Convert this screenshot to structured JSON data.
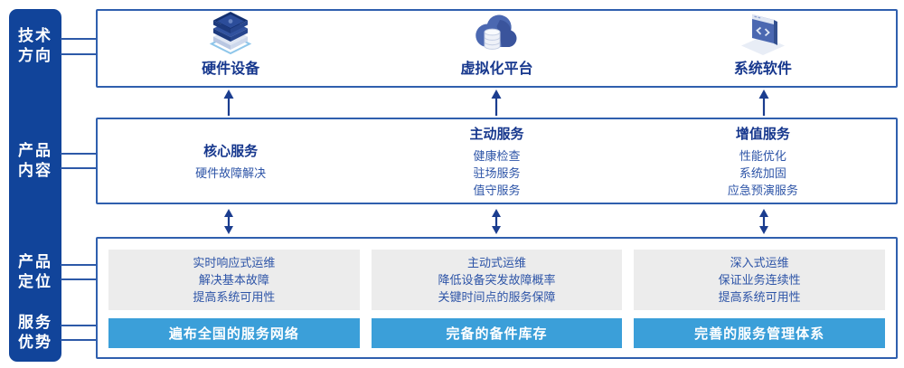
{
  "colors": {
    "sidebar_bg": "#11449a",
    "box_border": "#2f5fae",
    "heading_text": "#16378d",
    "body_text": "#2d54a7",
    "arrow": "#1b3d8f",
    "panel_bg": "#ececec",
    "bar_bg": "#3b9fd9",
    "bar_text": "#ffffff"
  },
  "sidebar": {
    "labels": [
      {
        "line1": "技术",
        "line2": "方向"
      },
      {
        "line1": "产品",
        "line2": "内容"
      },
      {
        "line1": "产品",
        "line2": "定位"
      },
      {
        "line1": "服务",
        "line2": "优势"
      }
    ]
  },
  "tech_row": {
    "items": [
      {
        "icon": "server-stack-icon",
        "label": "硬件设备"
      },
      {
        "icon": "cloud-database-icon",
        "label": "虚拟化平台"
      },
      {
        "icon": "code-window-icon",
        "label": "系统软件"
      }
    ]
  },
  "content_row": {
    "columns": [
      {
        "heading": "核心服务",
        "items": [
          "硬件故障解决"
        ]
      },
      {
        "heading": "主动服务",
        "items": [
          "健康检查",
          "驻场服务",
          "值守服务"
        ]
      },
      {
        "heading": "增值服务",
        "items": [
          "性能优化",
          "系统加固",
          "应急预演服务"
        ]
      }
    ]
  },
  "bottom_row": {
    "columns": [
      {
        "lines": [
          "实时响应式运维",
          "解决基本故障",
          "提高系统可用性"
        ],
        "bar": "遍布全国的服务网络"
      },
      {
        "lines": [
          "主动式运维",
          "降低设备突发故障概率",
          "关键时间点的服务保障"
        ],
        "bar": "完备的备件库存"
      },
      {
        "lines": [
          "深入式运维",
          "保证业务连续性",
          "提高系统可用性"
        ],
        "bar": "完善的服务管理体系"
      }
    ]
  }
}
